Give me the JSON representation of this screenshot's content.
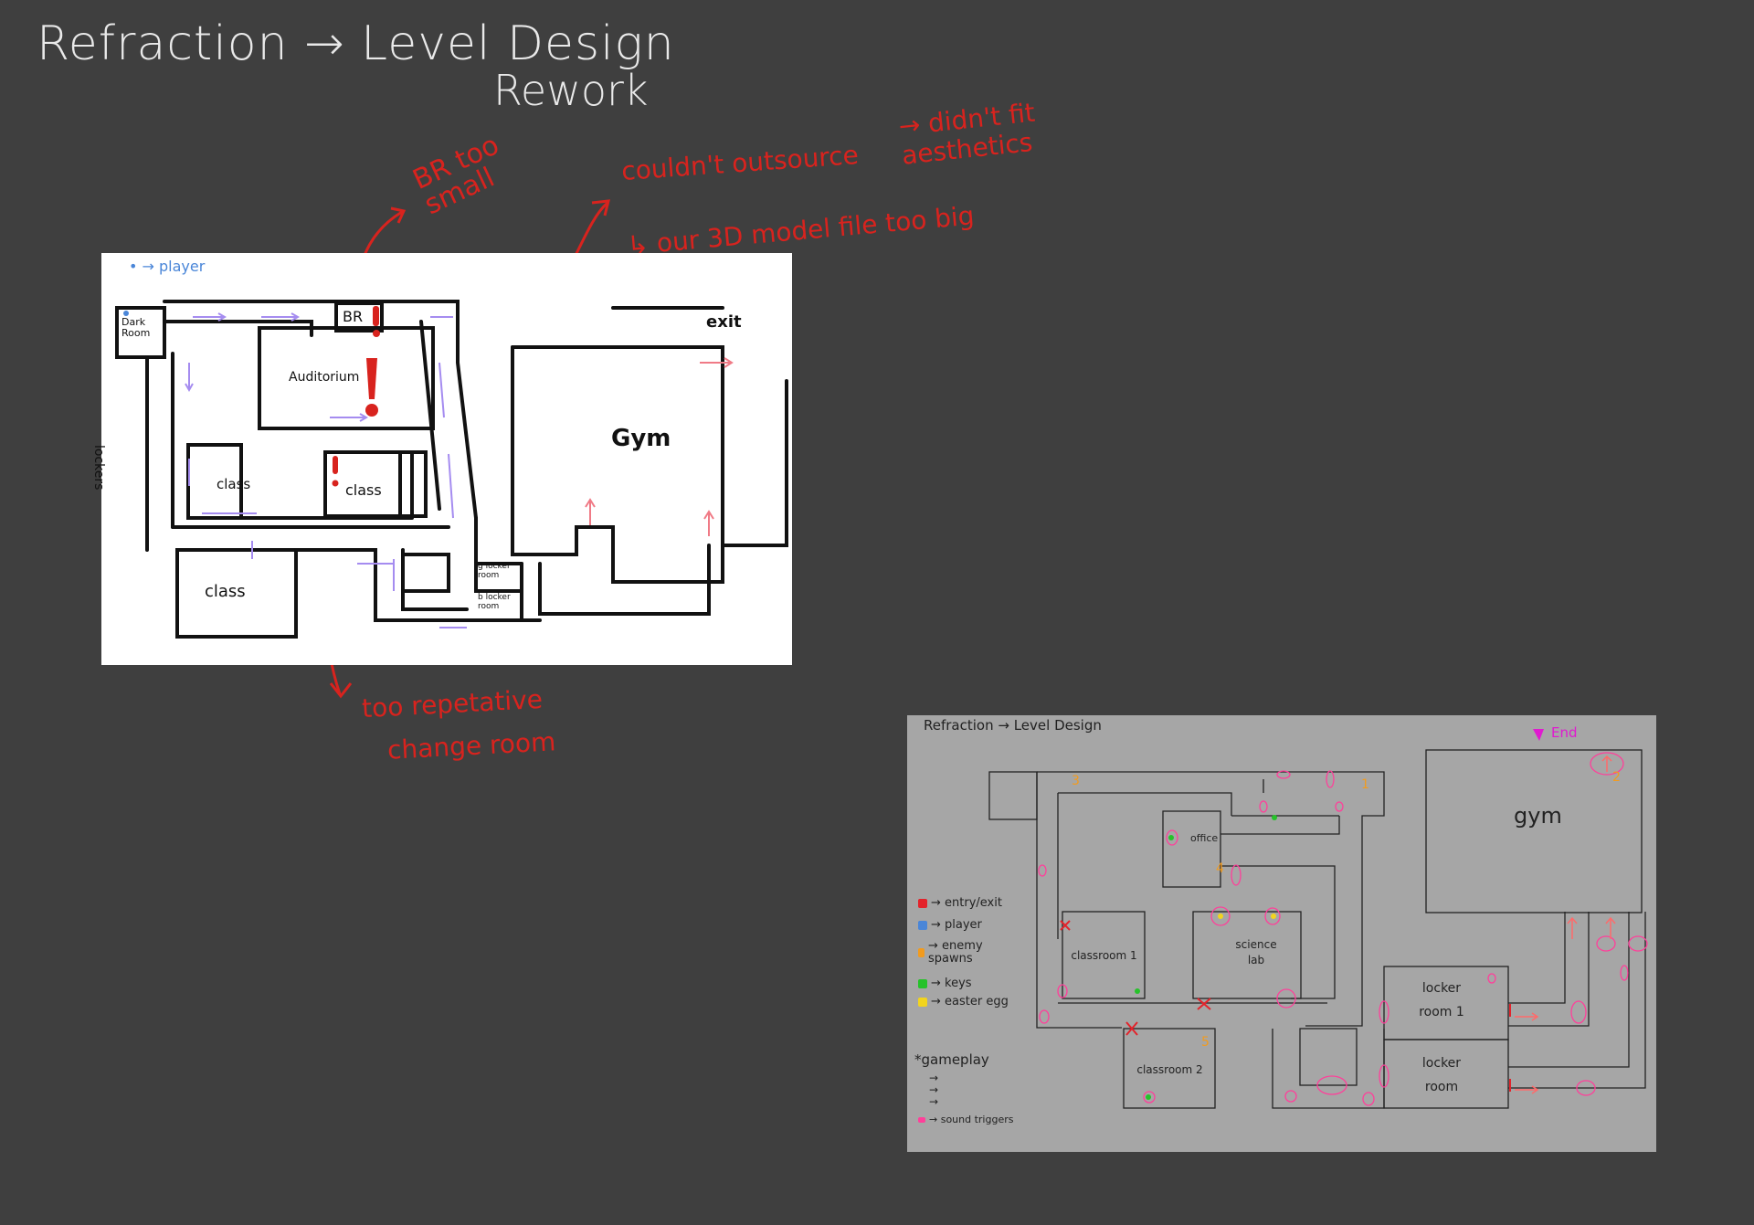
{
  "title": {
    "line1": "Refraction → Level Design",
    "line2": "Rework"
  },
  "annotations": {
    "br_note": "BR too small",
    "outsource": "couldn't outsource",
    "aesthetics": "→ didn't fit aesthetics",
    "model_size": "↳ our 3D model file too big",
    "repetitive": "too repetative",
    "change_room": "change room"
  },
  "sketch": {
    "legend": "• → player",
    "rooms": {
      "dark_room": "Dark Room",
      "br": "BR",
      "auditorium": "Auditorium",
      "lockers": "lockers",
      "class_1": "class",
      "class_2": "class",
      "class_3": "class",
      "gym": "Gym",
      "exit": "exit",
      "g_locker": "g locker room",
      "b_locker": "b locker room"
    }
  },
  "map": {
    "title": "Refraction → Level Design",
    "end_label": "End",
    "rooms": {
      "office": "office",
      "science_lab": "science lab",
      "classroom_1": "classroom 1",
      "classroom_2": "classroom 2",
      "gym": "gym",
      "locker_room_1": "locker room 1",
      "locker_room_2": "locker room"
    },
    "numbers": [
      "3",
      "4",
      "1",
      "2",
      "5"
    ],
    "legend": [
      {
        "label": "→ entry/exit",
        "color": "#e3232b"
      },
      {
        "label": "→ player",
        "color": "#4a86d8"
      },
      {
        "label": "→ enemy spawns",
        "color": "#f29b1e"
      },
      {
        "label": "→ keys",
        "color": "#26c22a"
      },
      {
        "label": "→ easter egg",
        "color": "#f2d41e"
      }
    ],
    "gameplay": {
      "heading": "*gameplay",
      "arrows": [
        "→",
        "→",
        "→"
      ],
      "sound": "→ sound triggers",
      "sound_color": "#ff3f9a"
    }
  }
}
